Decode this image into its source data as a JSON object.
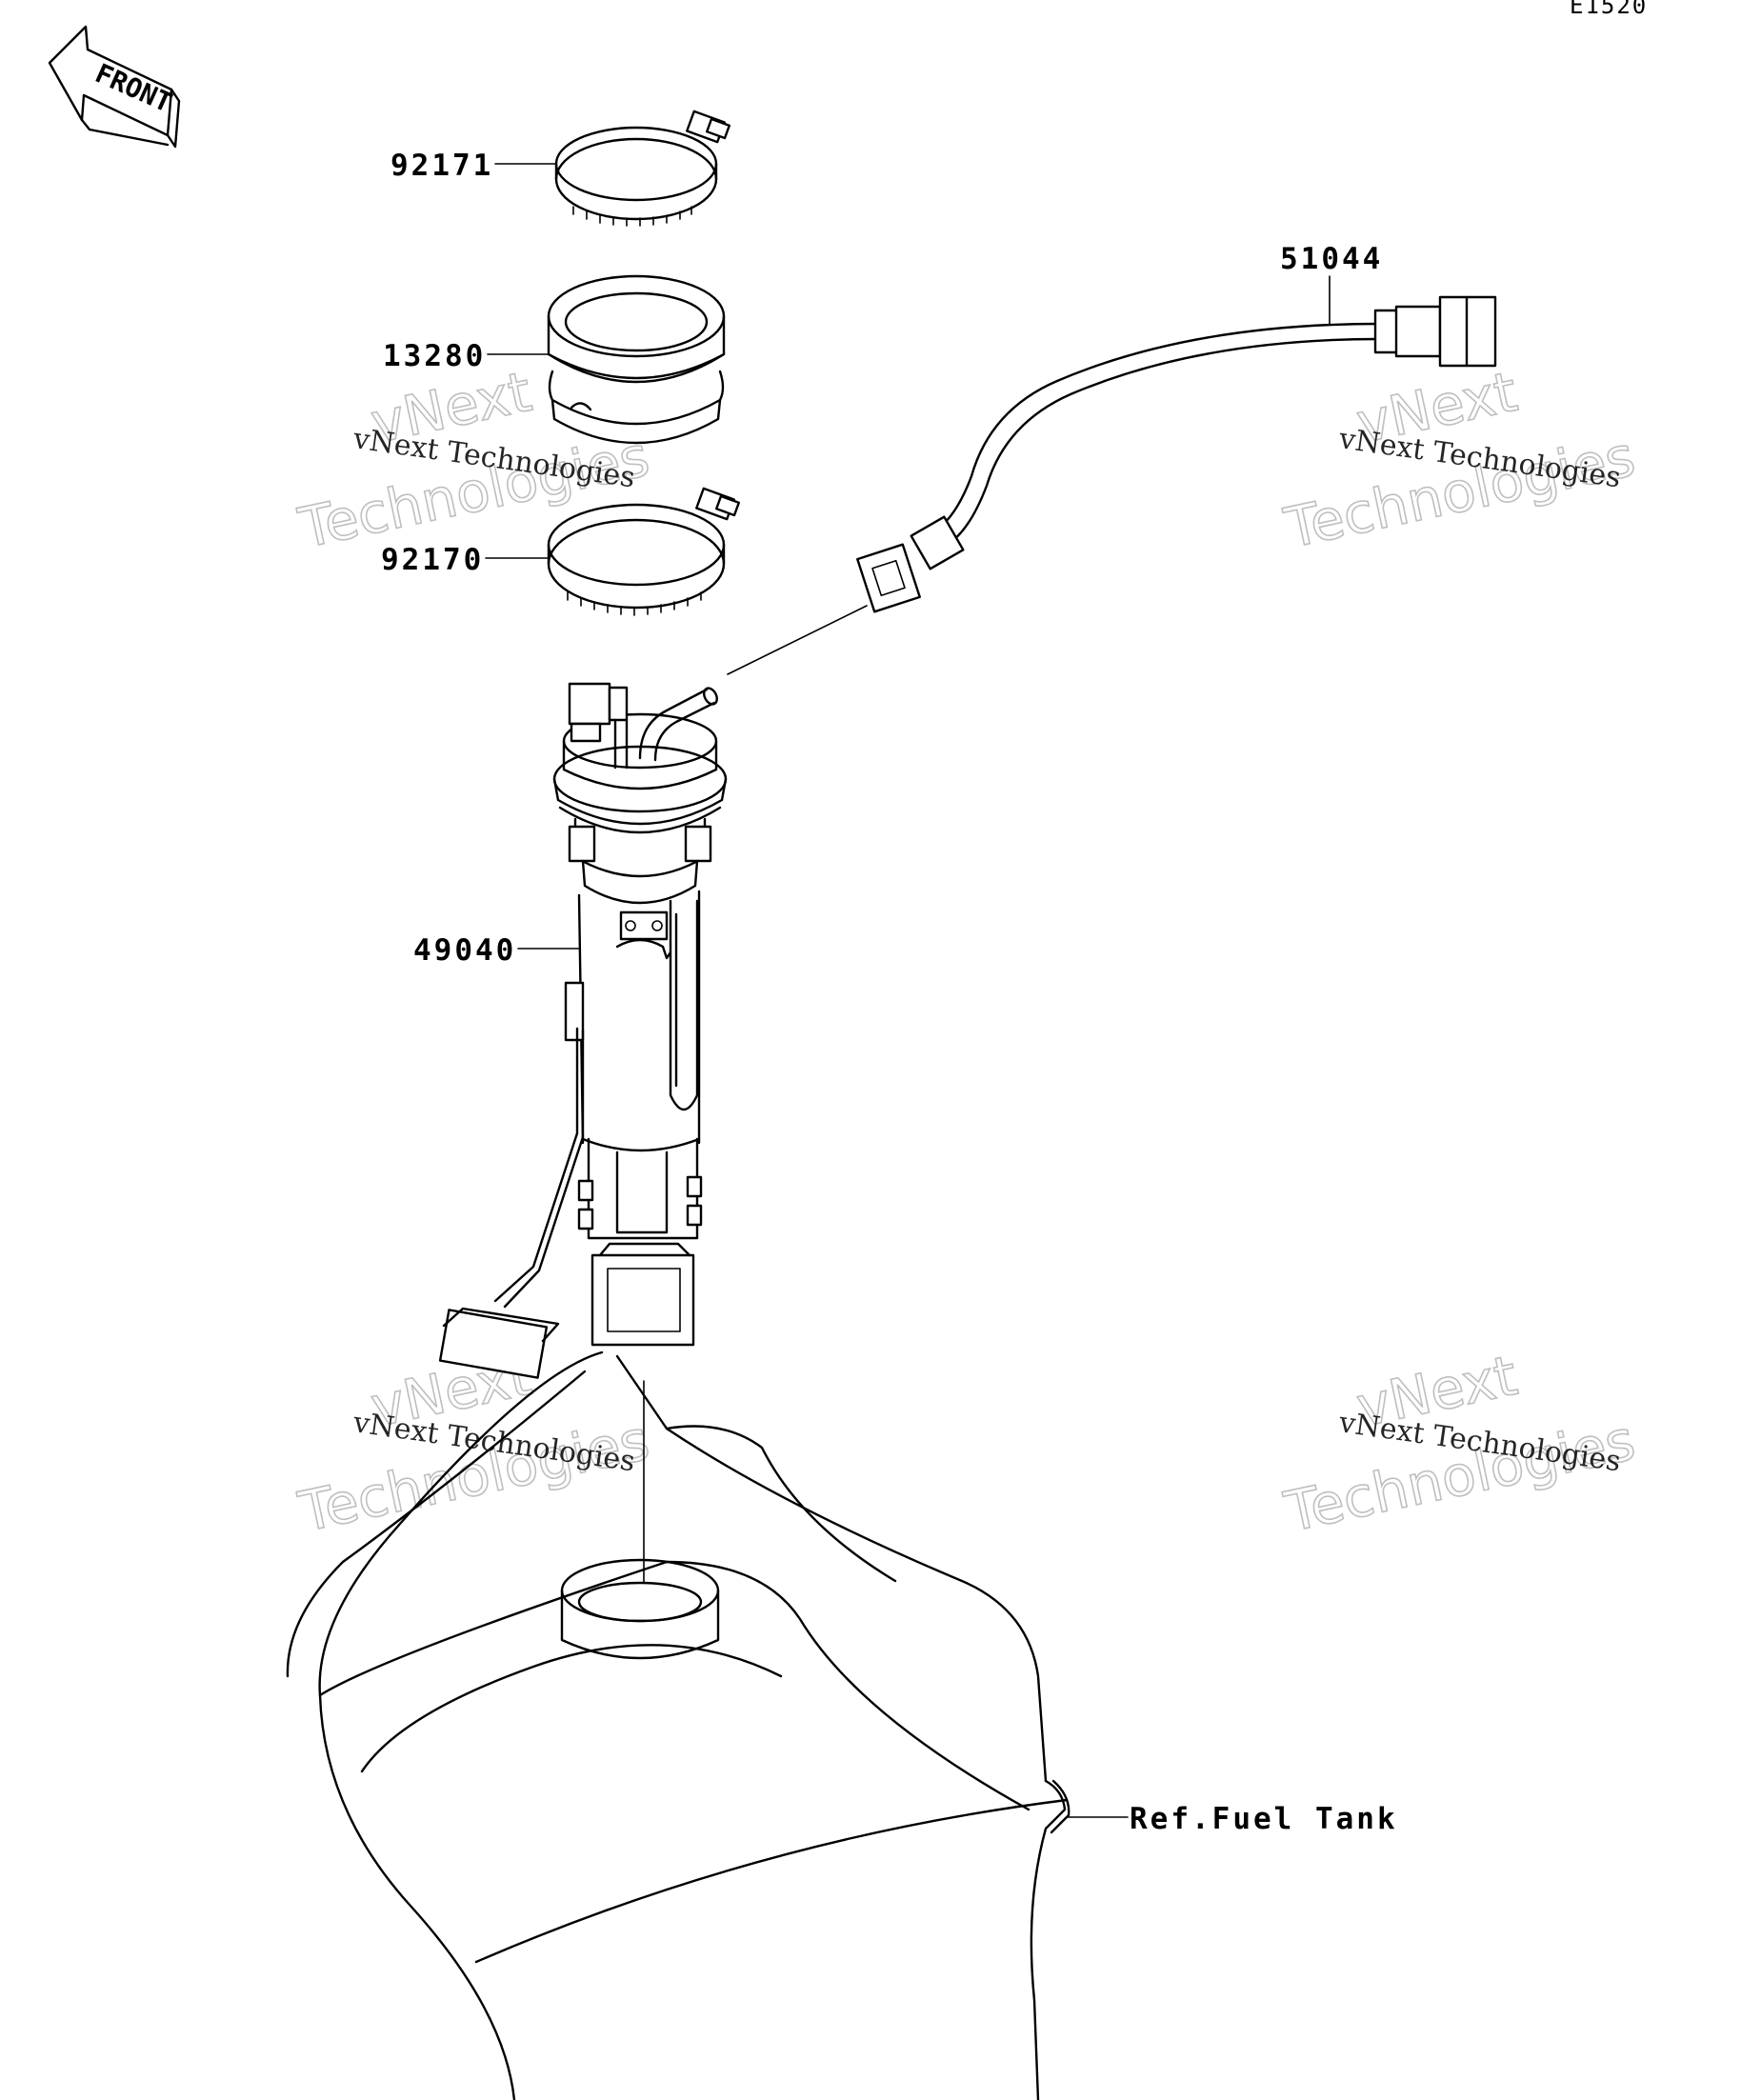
{
  "diagram_code": "E1520",
  "front_marker": "FRONT",
  "parts": [
    {
      "number": "92171"
    },
    {
      "number": "13280"
    },
    {
      "number": "92170"
    },
    {
      "number": "51044"
    },
    {
      "number": "49040"
    }
  ],
  "reference": "Ref.Fuel Tank",
  "watermark": {
    "small": "vNext Technologies",
    "large_line1": "vNext",
    "large_line2": "Technologies"
  }
}
